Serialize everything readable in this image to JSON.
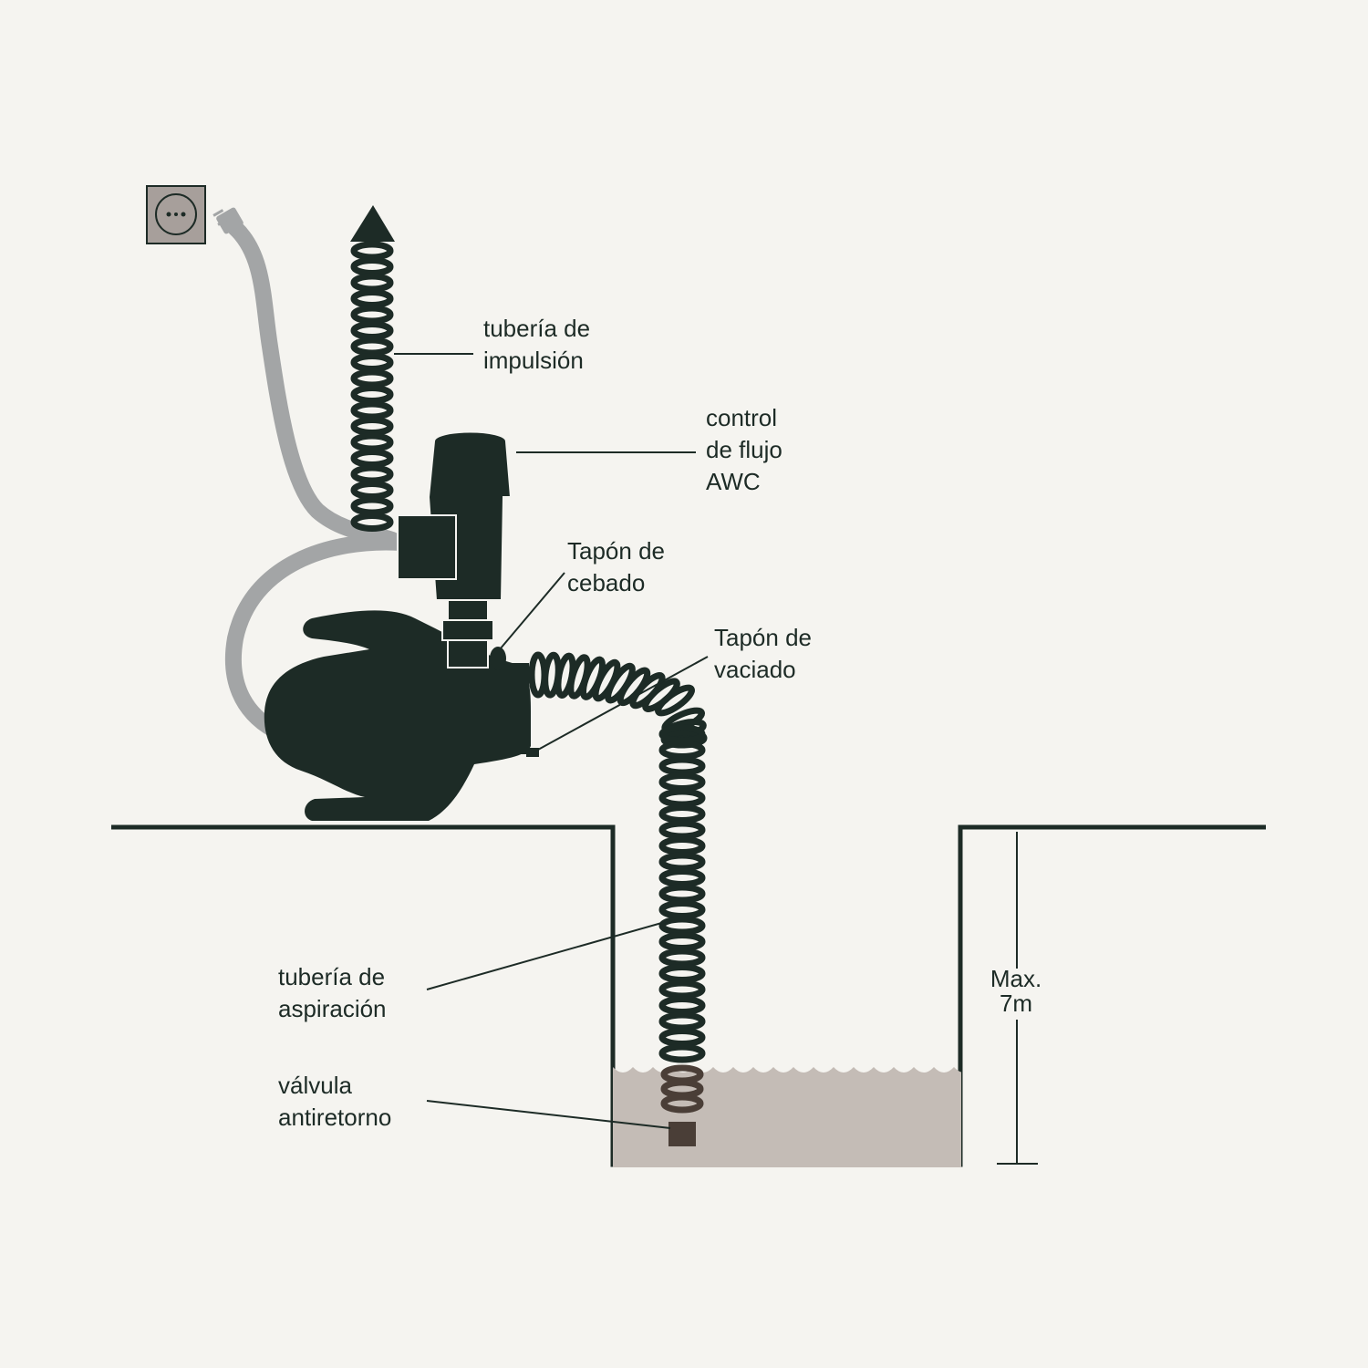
{
  "labels": {
    "discharge_pipe": [
      "tubería de",
      "impulsión"
    ],
    "flow_control": [
      "control",
      "de flujo",
      "AWC"
    ],
    "priming_plug": [
      "Tapón de",
      "cebado"
    ],
    "drain_plug": [
      "Tapón de",
      "vaciado"
    ],
    "suction_pipe": [
      "tubería de",
      "aspiración"
    ],
    "check_valve": [
      "válvula",
      "antiretorno"
    ],
    "max_depth": [
      "Max.",
      "7m"
    ]
  },
  "colors": {
    "pump": "#1d2b26",
    "cable": "#a3a5a6",
    "water": "#c4bcb6",
    "valve": "#4a3e37",
    "outlet": "#a79f9b",
    "background": "#f5f4f0"
  },
  "icons": [
    "power-outlet-icon",
    "plug-icon",
    "arrow-up-icon"
  ]
}
